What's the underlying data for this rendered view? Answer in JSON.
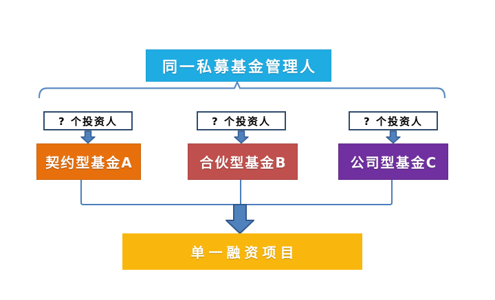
{
  "diagram": {
    "title_box": {
      "label": "同一私募基金管理人",
      "bg": "#1FACE3",
      "border_color": "#17A0D6"
    },
    "investor_boxes": [
      {
        "label": "? 个投资人"
      },
      {
        "label": "? 个投资人"
      },
      {
        "label": "? 个投资人"
      }
    ],
    "investor_box_style": {
      "border_color": "#2E4A6E"
    },
    "funds": [
      {
        "label": "契约型基金A",
        "bg": "#E7700D",
        "border_color": "#C55E00"
      },
      {
        "label": "合伙型基金B",
        "bg": "#C0504D",
        "border_color": "#A83C39"
      },
      {
        "label": "公司型基金C",
        "bg": "#7030A0",
        "border_color": "#5C2485"
      }
    ],
    "target_box": {
      "label": "单一融资项目",
      "bg": "#F9B70E",
      "border_color": "#E3A400"
    },
    "connectors": {
      "line_color": "#4A7EBB",
      "arrow_fill": "#4F81BD",
      "arrow_stroke": "#31598C"
    }
  }
}
